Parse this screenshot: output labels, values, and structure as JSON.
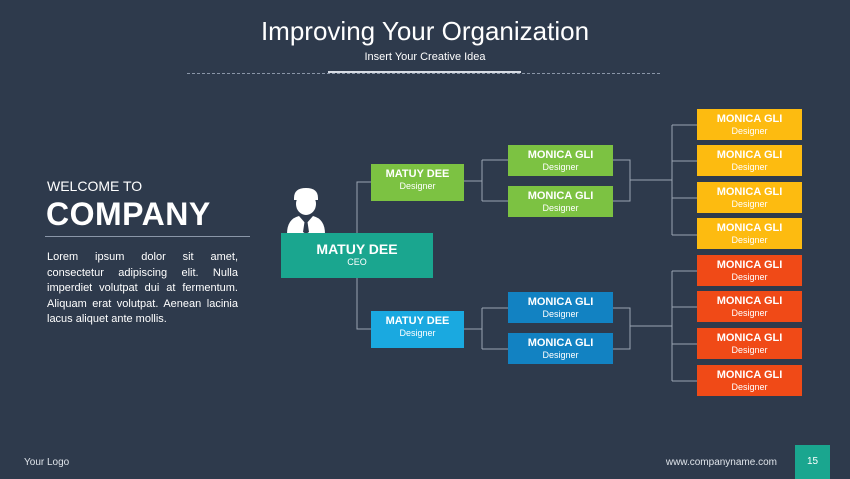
{
  "header": {
    "title": "Improving Your Organization",
    "subtitle": "Insert Your Creative Idea"
  },
  "intro": {
    "welcome": "WELCOME TO",
    "company": "COMPANY",
    "body": "Lorem ipsum dolor sit amet, consectetur adipiscing elit. Nulla imperdiet volutpat dui at fermentum. Aliquam erat volutpat. Aenean lacinia lacus aliquet ante mollis."
  },
  "colors": {
    "background": "#2e3a4c",
    "teal": "#1aa68f",
    "green": "#7cc242",
    "blue": "#1aa9e0",
    "dark_blue": "#1282c2",
    "yellow": "#fdbb10",
    "red": "#f04a17"
  },
  "org": {
    "ceo": {
      "name": "MATUY DEE",
      "role": "CEO",
      "icon": "person-icon"
    },
    "level1": [
      {
        "name": "MATUY DEE",
        "role": "Designer"
      },
      {
        "name": "MATUY DEE",
        "role": "Designer"
      }
    ],
    "level2": [
      {
        "name": "MONICA GLI",
        "role": "Designer"
      },
      {
        "name": "MONICA GLI",
        "role": "Designer"
      },
      {
        "name": "MONICA GLI",
        "role": "Designer"
      },
      {
        "name": "MONICA GLI",
        "role": "Designer"
      }
    ],
    "level3": [
      {
        "name": "MONICA GLI",
        "role": "Designer"
      },
      {
        "name": "MONICA GLI",
        "role": "Designer"
      },
      {
        "name": "MONICA GLI",
        "role": "Designer"
      },
      {
        "name": "MONICA GLI",
        "role": "Designer"
      },
      {
        "name": "MONICA GLI",
        "role": "Designer"
      },
      {
        "name": "MONICA GLI",
        "role": "Designer"
      },
      {
        "name": "MONICA GLI",
        "role": "Designer"
      },
      {
        "name": "MONICA GLI",
        "role": "Designer"
      }
    ]
  },
  "footer": {
    "logo": "Your Logo",
    "url": "www.companyname.com",
    "page": "15"
  }
}
